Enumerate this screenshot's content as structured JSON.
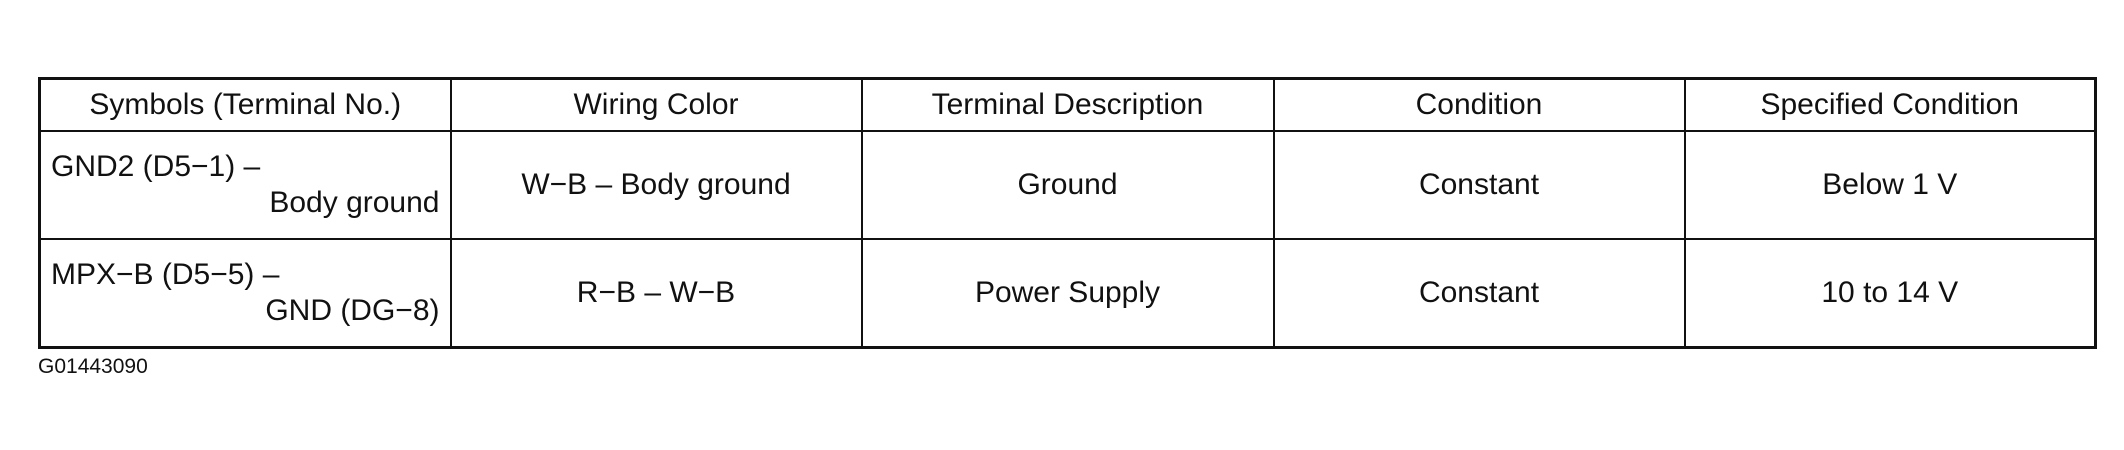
{
  "table": {
    "headers": [
      "Symbols (Terminal No.)",
      "Wiring Color",
      "Terminal Description",
      "Condition",
      "Specified Condition"
    ],
    "rows": [
      {
        "symbol_line1": "GND2 (D5−1) –",
        "symbol_line2": "Body ground",
        "wiring_color": "W−B – Body ground",
        "terminal_description": "Ground",
        "condition": "Constant",
        "specified_condition": "Below 1 V"
      },
      {
        "symbol_line1": "MPX−B (D5−5) –",
        "symbol_line2": "GND (DG−8)",
        "wiring_color": "R−B – W−B",
        "terminal_description": "Power Supply",
        "condition": "Constant",
        "specified_condition": "10 to 14 V"
      }
    ]
  },
  "figure_code": "G01443090"
}
